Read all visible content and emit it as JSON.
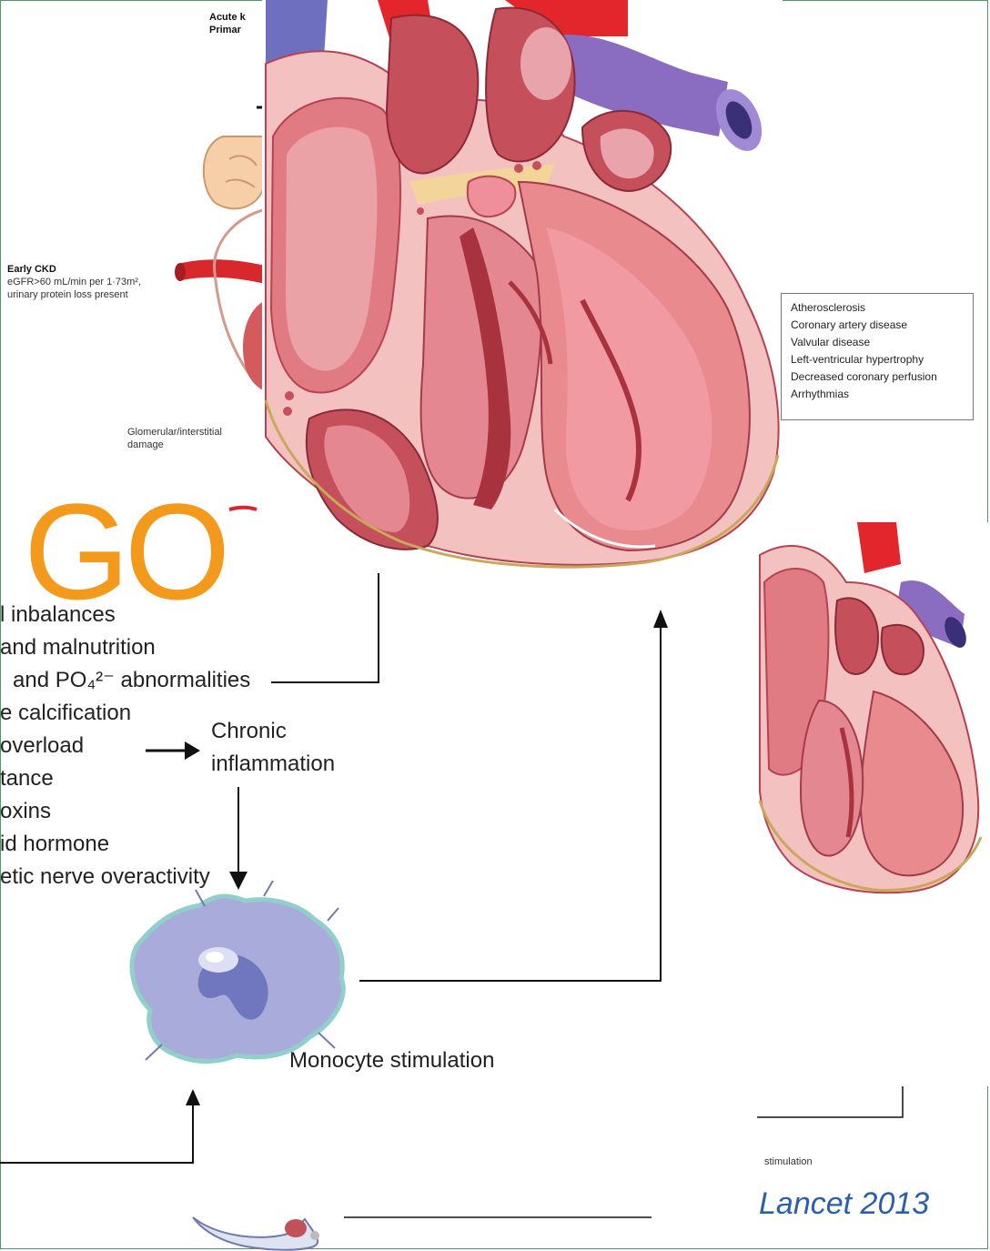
{
  "top_partial_labels": [
    "Acute k",
    "Primar"
  ],
  "early_ckd": {
    "title": "Early CKD",
    "line1": "eGFR>60 mL/min per 1·73m²,",
    "line2": "urinary protein loss present"
  },
  "glomerular_label": [
    "Glomerular/interstitial",
    "damage"
  ],
  "cardiac_outcomes": [
    "Atherosclerosis",
    "Coronary artery disease",
    "Valvular disease",
    "Left-ventricular hypertrophy",
    "Decreased coronary perfusion",
    "Arrhythmias"
  ],
  "watermark": "GO",
  "risk_factors": [
    "l inbalances",
    "and malnutrition",
    "and PO₄²⁻ abnormalities",
    "e calcification",
    "overload",
    "tance",
    "oxins",
    "id hormone",
    "etic nerve overactivity"
  ],
  "chronic_inflammation": [
    "Chronic",
    "inflammation"
  ],
  "monocyte_label": "Monocyte stimulation",
  "small_monocyte_label": "stimulation",
  "citation": "Lancet 2013",
  "colors": {
    "frame": "#4a9a6a",
    "citation": "#2a5fb0",
    "watermark": "#f39a1c",
    "heart_muscle": "#e98a8f",
    "aorta": "#e2262b",
    "vein": "#8a6cc0"
  }
}
